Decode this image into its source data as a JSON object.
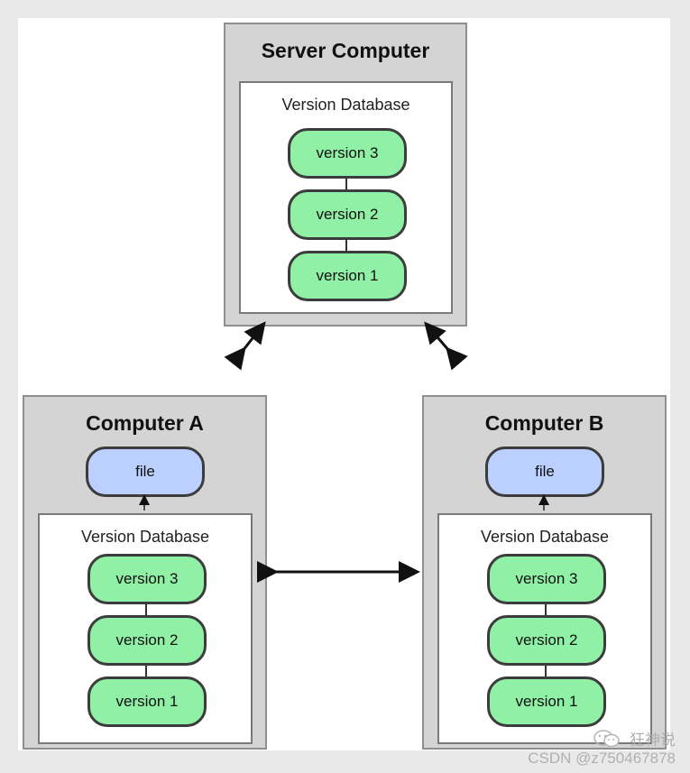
{
  "server": {
    "title": "Server Computer",
    "database_label": "Version Database",
    "versions": [
      "version 3",
      "version 2",
      "version 1"
    ]
  },
  "computer_a": {
    "title": "Computer A",
    "file_label": "file",
    "database_label": "Version Database",
    "versions": [
      "version 3",
      "version 2",
      "version 1"
    ]
  },
  "computer_b": {
    "title": "Computer B",
    "file_label": "file",
    "database_label": "Version Database",
    "versions": [
      "version 3",
      "version 2",
      "version 1"
    ]
  },
  "watermark": {
    "wechat_text": "狂神说",
    "csdn_text": "CSDN @z750467878"
  },
  "colors": {
    "version_fill": "#8ff0a6",
    "file_fill": "#bcd0ff",
    "computer_fill": "#d4d4d4"
  }
}
